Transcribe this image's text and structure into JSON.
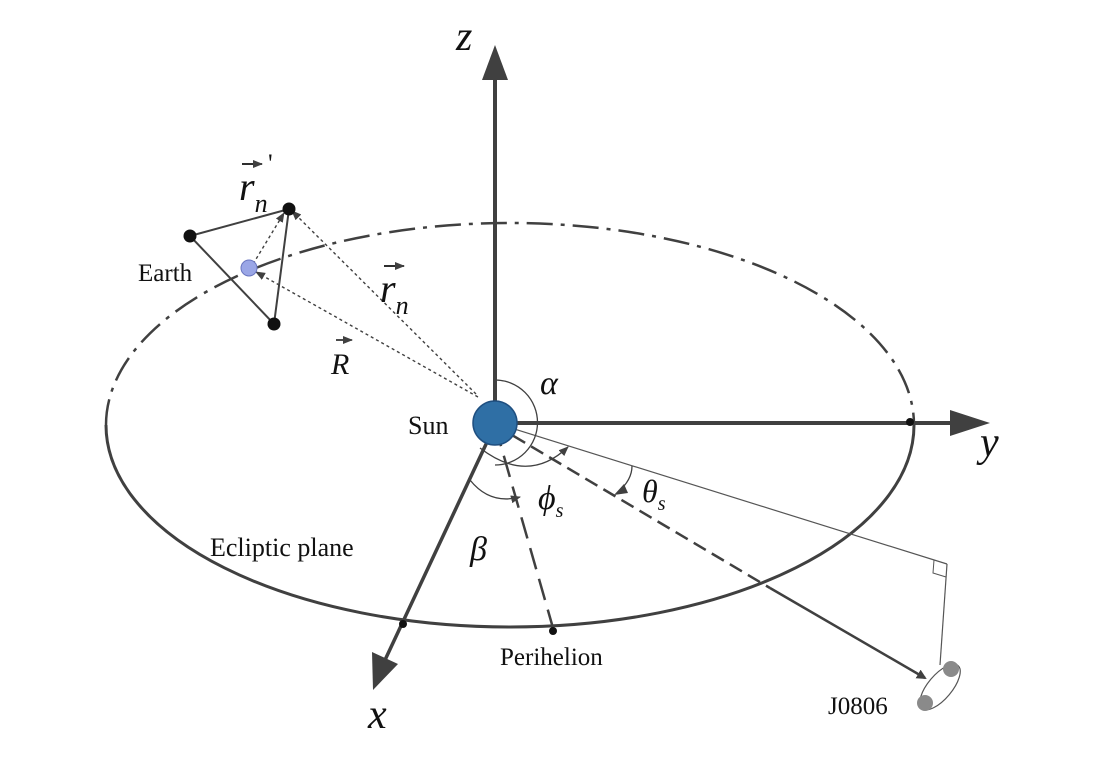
{
  "labels": {
    "axis_z": "z",
    "axis_y": "y",
    "axis_x": "x",
    "sun": "Sun",
    "earth": "Earth",
    "ecliptic_plane": "Ecliptic plane",
    "perihelion": "Perihelion",
    "source": "J0806",
    "angle_alpha": "α",
    "angle_beta": "β",
    "angle_phi": "ϕ",
    "angle_phi_sub": "s",
    "angle_theta": "θ",
    "angle_theta_sub": "s",
    "vec_R": "R",
    "vec_rn": "r",
    "vec_rn_sub": "n",
    "vec_rn_prime": "r",
    "vec_rn_prime_sub": "n",
    "vec_rn_prime_sup": "'"
  },
  "colors": {
    "axis": "#404040",
    "orbit": "#404040",
    "sun": "#2f6fa5",
    "earth": "#9aa6e6",
    "satellite": "#111111",
    "source": "#888888",
    "text": "#111111"
  }
}
